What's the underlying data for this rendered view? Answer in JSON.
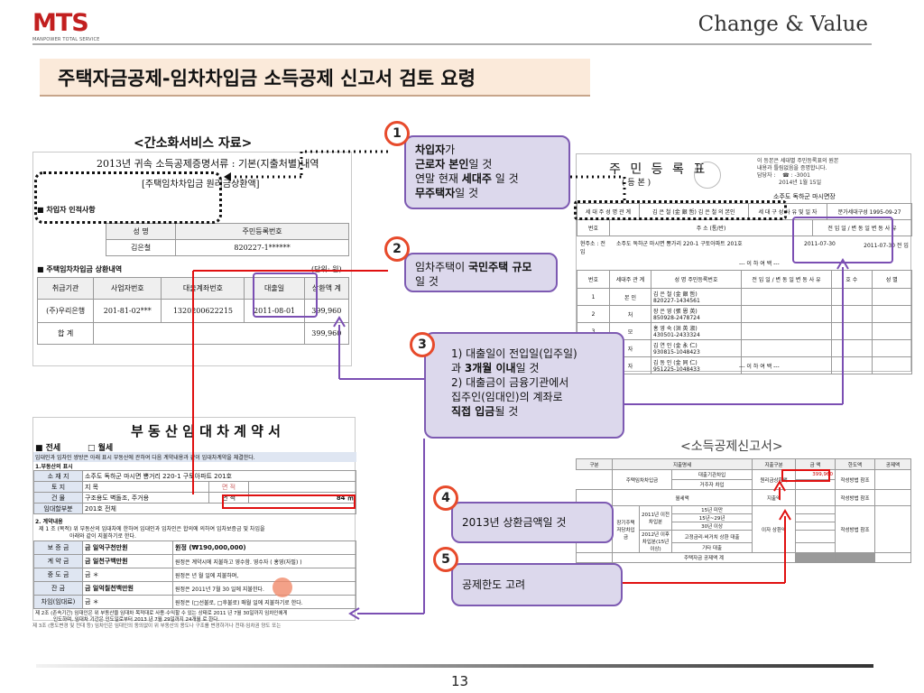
{
  "header": {
    "logo_text": "MTS",
    "logo_sub": "MANPOWER TOTAL SERVICE",
    "tagline": "Change & Value",
    "title": "주택자금공제-임차차입금 소득공제 신고서 검토 요령"
  },
  "hometax": {
    "caption": "<간소화서비스 자료>",
    "doc_title": "2013년 귀속 소득공제증명서류 : 기본(지출처별)내역",
    "doc_sub": "[주택임차차입금 원리금상환액]",
    "sec1": "■ 차입자 인적사항",
    "col_name": "성 명",
    "col_rrn": "주민등록번호",
    "name": "김은철",
    "rrn": "820227-1******",
    "sec2": "■ 주택임차차입금 상환내역",
    "unit": "(단위: 원)",
    "headers": [
      "취급기관",
      "사업자번호",
      "대출계좌번호",
      "대출일",
      "상환액 계"
    ],
    "row": [
      "(주)우리은행",
      "201-81-02***",
      "1320200622215",
      "2011-08-01",
      "399,960"
    ],
    "total_label": "합 계",
    "total": "399,960"
  },
  "registry": {
    "title": "주 민 등 록 표",
    "subtitle": "( 등 본 )",
    "note1": "이 등본은 세대별 주민등록표의 원본",
    "note2": "내용과 틀림없음을 증명합니다.",
    "note3": "담당자 :",
    "note3b": "☎ : -3001",
    "date": "2014년 1월 15일",
    "office": "소주도 독하군 마시면장",
    "h1": "세 대 주 성 명 관 계",
    "h2": "김 은 철 (金 銀 哲) 김 은 철 의 본인",
    "h3": "세 대 구 성 사 유 및 일 자",
    "h4": "분가세대구성 1995-09-27",
    "h5": "번호",
    "h6": "주 소 (통/반)",
    "h7": "전 입 일 / 변 동 일 변 동 사 유",
    "addr_label": "현주소 : 전 입",
    "addr": "소주도 독하군 마시면 뿅가리 220-1 구토아파트 201호",
    "move_in": "2011-07-30",
    "move_in2": "2011-07-30 전 입",
    "blank1": "--- 이 하 여 백 ---",
    "cols2": [
      "번호",
      "세대주 관 계",
      "성 명 주민등록번호",
      "전 입 일 / 변 동 일 변 동 사 유",
      "호 수",
      "성 별"
    ],
    "members": [
      {
        "no": "1",
        "rel": "본 인",
        "name": "김 은 철 (金 銀 哲)",
        "rrn": "820227-1434561"
      },
      {
        "no": "2",
        "rel": "처",
        "name": "장 은 영 (張 恩 英)",
        "rrn": "850928-2478724"
      },
      {
        "no": "3",
        "rel": "모",
        "name": "홍 영 숙 (洪 英 淑)",
        "rrn": "430501-2433324"
      },
      {
        "no": "4",
        "rel": "자",
        "name": "김 연 인 (金 永 仁)",
        "rrn": "930815-1048423"
      },
      {
        "no": "5",
        "rel": "자",
        "name": "김 동 인 (金 同 仁)",
        "rrn": "951225-1048433"
      }
    ],
    "blank2": "--- 이 하 여 백 ---"
  },
  "lease": {
    "title": "부 동 산 임 대 차 계 약 서",
    "opt1": "■ 전세",
    "opt2": "□ 월세",
    "intro": "임대인과 임차인 쌍방은 아래 표시 부동산에 관하여 다음 계약내용과 같이 임대차계약을 체결한다.",
    "sec1": "1.부동산의 표시",
    "rows": [
      {
        "k": "소 재 지",
        "v": "소주도 독하군 마시면 뿅거리 220-1 구토아파트 201호"
      },
      {
        "k": "토 지",
        "v": "지 목"
      },
      {
        "k": "건 물",
        "v": "구조용도  벽돌조, 주거용"
      },
      {
        "k": "임대할부분",
        "v": "201호 전체"
      }
    ],
    "area_label": "면 적",
    "area_val": "84 ㎡",
    "area_label2": "면 적",
    "sec2": "2. 계약내용",
    "clause1": "제 1 조 (목적) 위 부동산의 임대차에 한하여 임대인과 임차인은 합의에 의하여 임차보증금 및 차임을",
    "clause1b": "아래와 같이 지불하기로 한다.",
    "pay": [
      {
        "k": "보 증 금",
        "v": "금  일억구천만원",
        "r": "원정 (₩190,000,000)"
      },
      {
        "k": "계 약 금",
        "v": "금  일천구백만원",
        "r": "원정은 계약시에 지불하고 영수함.  영수자 (     홍영(자필) )"
      },
      {
        "k": "중 도 금",
        "v": "금          ＊",
        "r": "원정은         년        월        일에 지불하며,"
      },
      {
        "k": "잔 금",
        "v": "금  일억칠천백만원",
        "r": "원정은    2011년     7월    30 일에 지불한다."
      },
      {
        "k": "차임(임대료)",
        "v": "금          ＊",
        "r": "원정은 (□선불로, □후불로) 매월   일에 지불하기로 한다."
      }
    ],
    "clause2": "제 2조 (존속기간) 임대인은 위 부동산을 임대차 목적대로 사용·수익할 수 있는 상태로   2011 년   7월  30일까지 임차인에게",
    "clause2b": "인도하며, 임대차 기간은 인도일로부터   2013 년   7월  29일까지   24개월 로 한다.",
    "clause3": "제 3조 (용도변경 및 전대 등) 임차인은 임대인의 동의없이 위 부동산의 용도나 구조를 변경하거나 전대·임차권 양도 또는"
  },
  "deduction": {
    "caption": "<소득공제신고서>",
    "h_kind": "구분",
    "h_detail": "지출명세",
    "h_type": "지출구분",
    "h_amount": "금  액",
    "h_limit": "한도액",
    "h_ded": "공제액",
    "r1a": "주택임차차입금",
    "r1b": "대출기관차입",
    "r1c": "거주자 차입",
    "r1d": "원리금상환액",
    "r1amt": "399,960",
    "r1lim": "작성방법 참조",
    "r2a": "월세액",
    "r2b": "지출액",
    "r2lim": "작성방법 참조",
    "r3a": "장기주택저당차입금",
    "r3b1": "2011년 이전 차입분",
    "r3b2": "2012년 이후 차입분(15년 이상)",
    "r3c": [
      "15년 미만",
      "15년~29년",
      "30년 이상",
      "고정금리·비거치 상환 대출",
      "기타 대출"
    ],
    "r3d": "이자 상환액",
    "r3lim": "작성방법 참조",
    "r4": "주택자금 공제액 계"
  },
  "callouts": {
    "c1_line1_a": "차입자",
    "c1_line1_b": "가",
    "c1_line2_a": "근로자 본인",
    "c1_line2_b": "일 것",
    "c1_line3_a": "연말 현재 ",
    "c1_line3_b": "세대주",
    "c1_line3_c": " 일 것",
    "c1_line4_a": "무주택자",
    "c1_line4_b": "일 것",
    "c2_a": "임차주택이 ",
    "c2_b": "국민주택 규모",
    "c2_c": "일 것",
    "c3_l1": "1) 대출일이 전입일(입주일)",
    "c3_l2a": "과 ",
    "c3_l2b": "3개월 이내",
    "c3_l2c": "일 것",
    "c3_l3": "2) 대출금이 금융기관에서",
    "c3_l4": "집주인(임대인)의 계좌로",
    "c3_l5a": "직접 입금",
    "c3_l5b": "될 것",
    "c4": "2013년 상환금액일 것",
    "c5": "공제한도 고려"
  },
  "badges": [
    "1",
    "2",
    "3",
    "4",
    "5"
  ],
  "page_number": "13"
}
